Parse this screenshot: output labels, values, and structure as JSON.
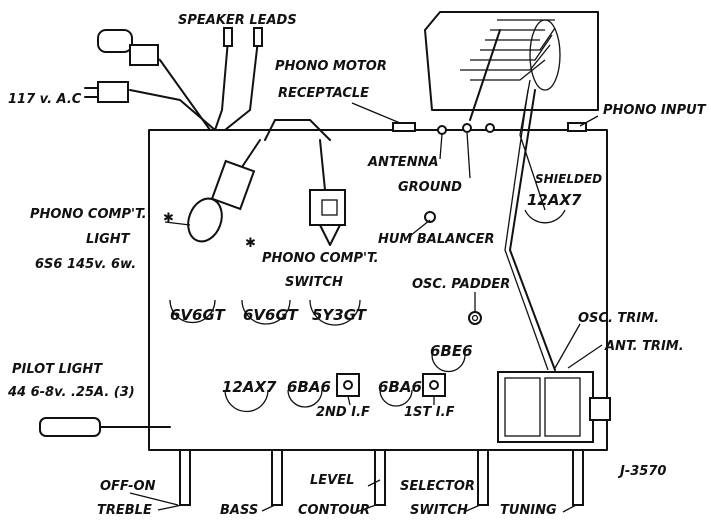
{
  "labels": {
    "speaker_leads": "SPEAKER LEADS",
    "ac_117": "117 v. A.C",
    "phono_motor_1": "PHONO MOTOR",
    "phono_motor_2": "RECEPTACLE",
    "phono_input": "PHONO INPUT",
    "antenna": "ANTENNA",
    "ground": "GROUND",
    "shielded": "SHIELDED",
    "phono_light_1": "PHONO COMP'T.",
    "phono_light_2": "LIGHT",
    "phono_light_3": "6S6  145v. 6w.",
    "hum_balancer": "HUM BALANCER",
    "phono_switch_1": "PHONO COMP'T.",
    "phono_switch_2": "SWITCH",
    "osc_padder": "OSC. PADDER",
    "osc_trim": "OSC. TRIM.",
    "ant_trim": "ANT. TRIM.",
    "pilot_1": "PILOT LIGHT",
    "pilot_2": "44  6-8v. .25A. (3)",
    "if2": "2ND I.F",
    "if1": "1ST I.F",
    "offon": "OFF-ON",
    "treble": "TREBLE",
    "bass": "BASS",
    "level": "LEVEL",
    "contour": "CONTOUR",
    "selector": "SELECTOR",
    "switch": "SWITCH",
    "tuning": "TUNING",
    "ref": "J-3570"
  },
  "tubes": {
    "t_12ax7_shielded": "12AX7",
    "t_6v6gt_a": "6V6GT",
    "t_6v6gt_b": "6V6GT",
    "t_5y3gt": "5Y3GT",
    "t_6be6": "6BE6",
    "t_12ax7": "12AX7",
    "t_6ba6_a": "6BA6",
    "t_6ba6_b": "6BA6"
  },
  "markers": {
    "star": "✱"
  }
}
